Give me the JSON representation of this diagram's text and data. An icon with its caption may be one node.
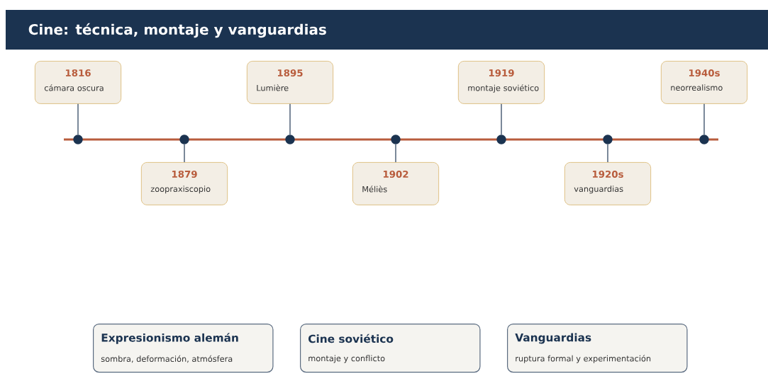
{
  "diagram": {
    "title": "Cine: técnica, montaje y vanguardias",
    "nodes": [
      {
        "text": [
          "1816",
          "cámara oscura"
        ]
      },
      {
        "text": [
          "1879",
          "zoopraxiscopio"
        ]
      },
      {
        "text": [
          "1895",
          "Lumière"
        ]
      },
      {
        "text": [
          "1902",
          "Méliès"
        ]
      },
      {
        "text": [
          "1919",
          "montaje soviético"
        ]
      },
      {
        "text": [
          "1920s",
          "vanguardias"
        ]
      },
      {
        "text": [
          "1940s",
          "neorrealismo"
        ]
      },
      {
        "text": [],
        "shape": "circle"
      },
      {
        "text": [],
        "shape": "circle"
      },
      {
        "text": [],
        "shape": "circle"
      },
      {
        "text": [],
        "shape": "circle"
      },
      {
        "text": [],
        "shape": "circle"
      },
      {
        "text": [],
        "shape": "circle"
      },
      {
        "text": [],
        "shape": "circle"
      },
      {
        "text": [
          "Expresionismo alemán",
          "sombra, deformación, atmósfera"
        ]
      },
      {
        "text": [
          "Cine soviético",
          "montaje y conflicto"
        ]
      },
      {
        "text": [
          "Vanguardias",
          "ruptura formal y experimentación"
        ]
      }
    ],
    "edges": [
      {
        "from": 0,
        "to": 7,
        "arrow": "none"
      },
      {
        "from": 1,
        "to": 8,
        "arrow": "none"
      },
      {
        "from": 2,
        "to": 9,
        "arrow": "none"
      },
      {
        "from": 3,
        "to": 10,
        "arrow": "none"
      },
      {
        "from": 4,
        "to": 11,
        "arrow": "none"
      },
      {
        "from": 5,
        "to": 12,
        "arrow": "none"
      },
      {
        "from": 6,
        "to": 13,
        "arrow": "none"
      }
    ]
  }
}
